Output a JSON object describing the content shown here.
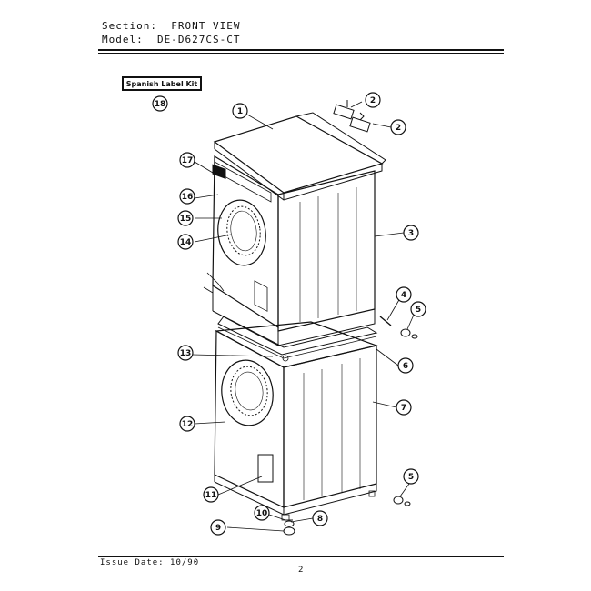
{
  "header": {
    "section_line": "Section:  FRONT VIEW",
    "model_line": "Model:  DE-D627CS-CT"
  },
  "kit_label": "Spanish Label Kit",
  "footer": {
    "issue_date": "Issue Date: 10/90",
    "page_number": "2"
  },
  "callouts": [
    {
      "id": "c18",
      "label": "18"
    },
    {
      "id": "c1",
      "label": "1"
    },
    {
      "id": "c2a",
      "label": "2"
    },
    {
      "id": "c2b",
      "label": "2"
    },
    {
      "id": "c17",
      "label": "17"
    },
    {
      "id": "c16",
      "label": "16"
    },
    {
      "id": "c15",
      "label": "15"
    },
    {
      "id": "c14",
      "label": "14"
    },
    {
      "id": "c3",
      "label": "3"
    },
    {
      "id": "c4",
      "label": "4"
    },
    {
      "id": "c5a",
      "label": "5"
    },
    {
      "id": "c6",
      "label": "6"
    },
    {
      "id": "c13",
      "label": "13"
    },
    {
      "id": "c7",
      "label": "7"
    },
    {
      "id": "c12",
      "label": "12"
    },
    {
      "id": "c5b",
      "label": "5"
    },
    {
      "id": "c11",
      "label": "11"
    },
    {
      "id": "c10",
      "label": "10"
    },
    {
      "id": "c8",
      "label": "8"
    },
    {
      "id": "c9",
      "label": "9"
    }
  ]
}
